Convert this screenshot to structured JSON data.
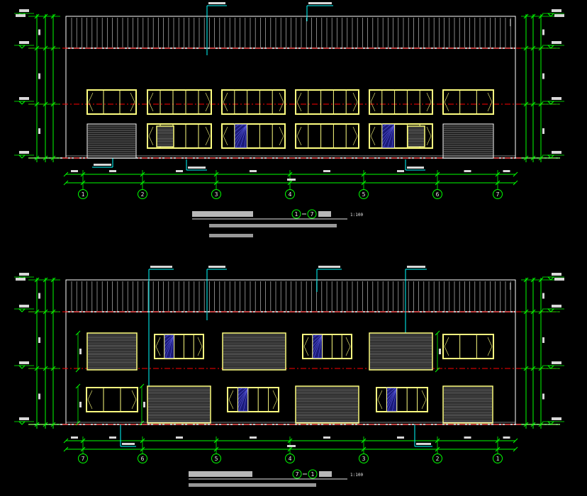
{
  "colors": {
    "background": "#000000",
    "outline": "#ffffff",
    "window_frame": "#ffff80",
    "glass_fill": "#1a1a7a",
    "dimension": "#00ff00",
    "axis_line": "#ff0000",
    "leader": "#00ffff",
    "hatch": "#8c8c8c"
  },
  "elevation_top": {
    "axis_numbers": [
      "1",
      "2",
      "3",
      "4",
      "5",
      "6",
      "7"
    ],
    "title_range_from": "1",
    "title_range_to": "7",
    "scale_note": "1:100"
  },
  "elevation_bottom": {
    "axis_numbers": [
      "7",
      "6",
      "5",
      "4",
      "3",
      "2",
      "1"
    ],
    "title_range_from": "7",
    "title_range_to": "1",
    "scale_note": "1:100"
  }
}
